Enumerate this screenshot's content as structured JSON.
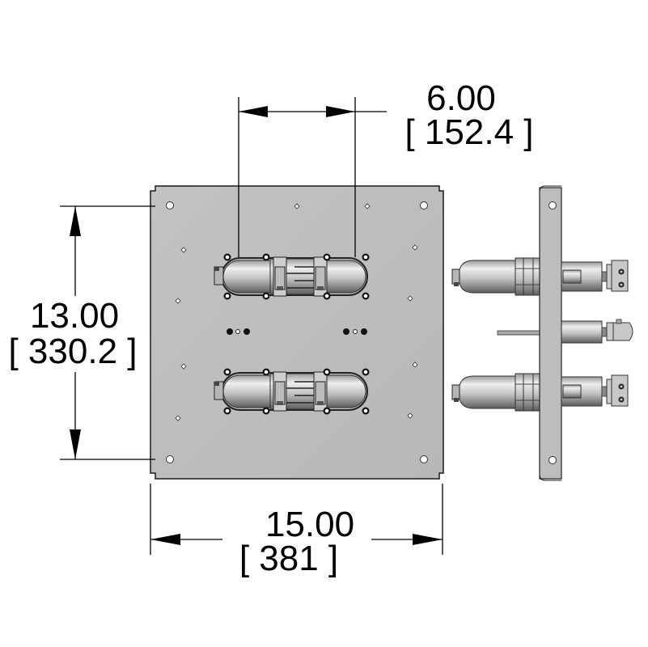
{
  "drawing": {
    "type": "mechanical dimension drawing",
    "views": [
      "front view (mounting plate)",
      "side view (bracket)"
    ],
    "colors": {
      "background": "#ffffff",
      "plate": "#bdbdbd",
      "plate_edge": "#1a1a1a",
      "dimension_line": "#000000",
      "cylinder_light": "#e6e6e6",
      "cylinder_dark": "#6e6e6e"
    }
  },
  "dimensions": {
    "top": {
      "inches": "6.00",
      "mm": "[ 152.4 ]"
    },
    "left": {
      "inches": "13.00",
      "mm": "[ 330.2 ]"
    },
    "bottom": {
      "inches": "15.00",
      "mm": "[ 381 ]"
    }
  }
}
